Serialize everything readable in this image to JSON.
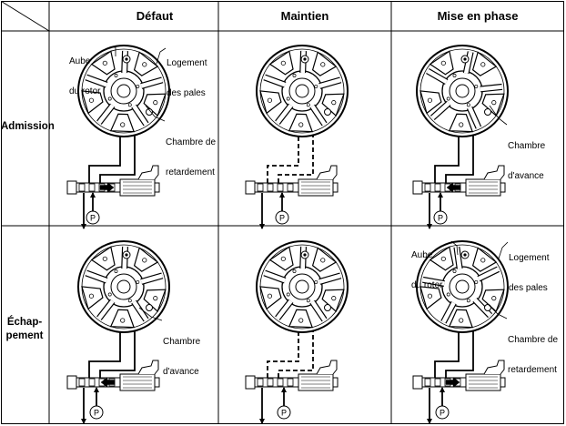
{
  "columns": [
    "Défaut",
    "Maintien",
    "Mise en phase"
  ],
  "rows": [
    {
      "label_line1": "Admission",
      "label_line2": ""
    },
    {
      "label_line1": "Échap-",
      "label_line2": "pement"
    }
  ],
  "pump_symbol": "P",
  "annotations": {
    "vane_line1": "Aube",
    "vane_line2": "du rotor",
    "housing_line1": "Logement",
    "housing_line2": "des pales",
    "retard_line1": "Chambre de",
    "retard_line2": "retardement",
    "advance_line1": "Chambre",
    "advance_line2": "d'avance"
  },
  "colors": {
    "line": "#000000",
    "fill": "#ffffff"
  }
}
